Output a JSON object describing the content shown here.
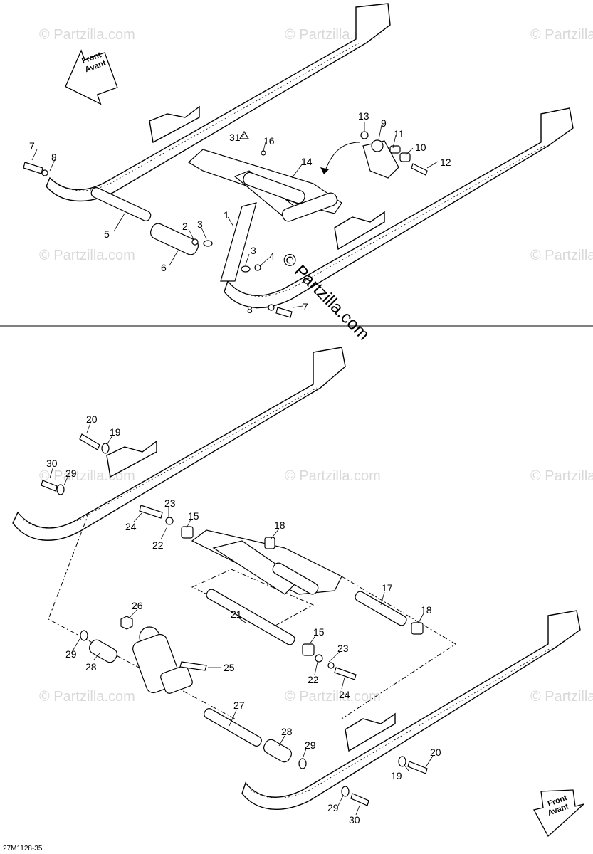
{
  "watermark": {
    "small_text": "© Partzilla.com",
    "center_text": "© Partzilla.com"
  },
  "direction_arrow": {
    "line1": "Front",
    "line2": "Avant"
  },
  "diagram_code": "27M1128-35",
  "callouts_top": [
    "1",
    "2",
    "3",
    "3",
    "4",
    "5",
    "6",
    "7",
    "7",
    "8",
    "8",
    "9",
    "10",
    "11",
    "12",
    "13",
    "14",
    "16",
    "31"
  ],
  "callouts_bottom": [
    "15",
    "15",
    "17",
    "18",
    "18",
    "19",
    "19",
    "20",
    "20",
    "21",
    "22",
    "22",
    "23",
    "23",
    "24",
    "24",
    "25",
    "26",
    "27",
    "28",
    "28",
    "29",
    "29",
    "29",
    "29",
    "30",
    "30"
  ]
}
